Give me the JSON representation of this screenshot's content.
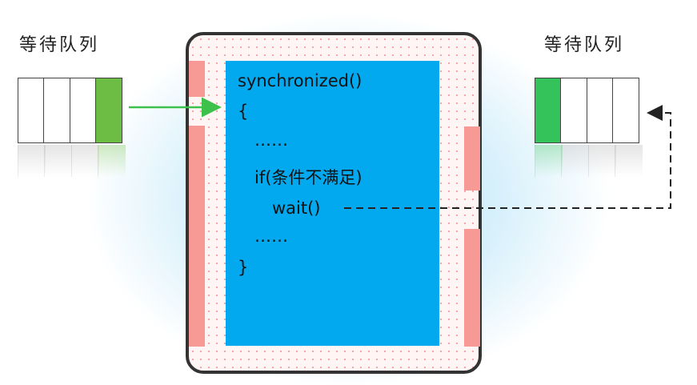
{
  "left_queue": {
    "label": "等待队列",
    "cells": [
      "empty",
      "empty",
      "empty",
      "filled"
    ]
  },
  "right_queue": {
    "label": "等待队列",
    "cells": [
      "filled",
      "empty",
      "empty",
      "empty"
    ]
  },
  "code": {
    "line1": "synchronized()",
    "line2": "{",
    "line3": "……",
    "line4": "if(条件不满足)",
    "line5": "wait()",
    "line6": "……",
    "line7": "}"
  },
  "colors": {
    "code_block": "#03a9ee",
    "left_filled_cell": "#6dbd45",
    "right_filled_cell": "#34c25a",
    "enter_arrow": "#3cc24a",
    "pink_bar": "#f79a96"
  }
}
